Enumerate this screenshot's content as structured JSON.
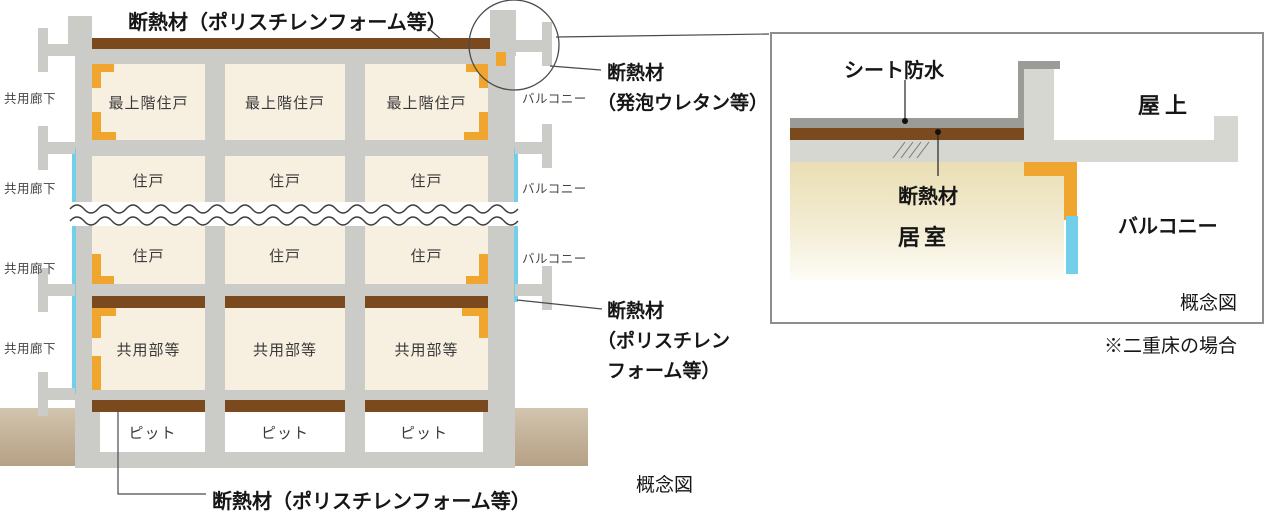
{
  "colors": {
    "concrete": "#cbcbc7",
    "room": "#f7efe0",
    "brown": "#7a4a1e",
    "orange": "#f0a52f",
    "blue": "#72cfe9",
    "ground": "#c2b097"
  },
  "left_diagram": {
    "annotations": {
      "top": "断熱材（ポリスチレンフォーム等）",
      "right_top_line1": "断熱材",
      "right_top_line2": "（発泡ウレタン等）",
      "right_mid_line1": "断熱材",
      "right_mid_line2": "（ポリスチレン",
      "right_mid_line3": "フォーム等）",
      "bottom": "断熱材（ポリスチレンフォーム等）",
      "caption": "概念図"
    },
    "corridor_labels": [
      "共用廊下",
      "共用廊下",
      "共用廊下",
      "共用廊下"
    ],
    "balcony_labels": [
      "バルコニー",
      "バルコニー",
      "バルコニー"
    ],
    "floors": [
      {
        "rooms": [
          "最上階住戸",
          "最上階住戸",
          "最上階住戸"
        ]
      },
      {
        "rooms": [
          "住戸",
          "住戸",
          "住戸"
        ]
      },
      {
        "rooms": [
          "住戸",
          "住戸",
          "住戸"
        ]
      },
      {
        "rooms": [
          "共用部等",
          "共用部等",
          "共用部等"
        ]
      },
      {
        "rooms": [
          "ピット",
          "ピット",
          "ピット"
        ]
      }
    ]
  },
  "right_diagram": {
    "labels": {
      "sheet_waterproof": "シート防水",
      "rooftop": "屋上",
      "insulation": "断熱材",
      "room": "居室",
      "balcony": "バルコニー",
      "caption": "概念図"
    },
    "note": "※二重床の場合"
  }
}
